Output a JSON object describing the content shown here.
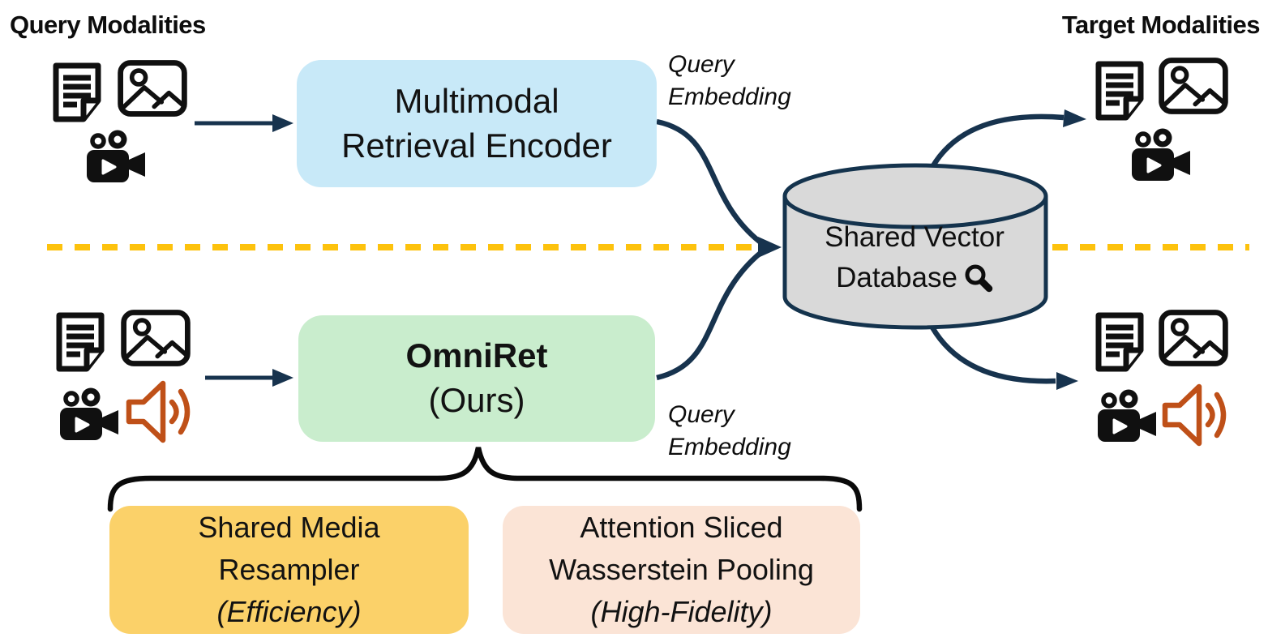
{
  "headers": {
    "query_modalities": "Query Modalities",
    "target_modalities": "Target Modalities"
  },
  "encoder_box": {
    "line1": "Multimodal",
    "line2": "Retrieval Encoder"
  },
  "omniret_box": {
    "line1": "OmniRet",
    "line2": "(Ours)"
  },
  "query_embedding_label": {
    "line1": "Query",
    "line2": "Embedding"
  },
  "database": {
    "line1": "Shared Vector",
    "line2": "Database"
  },
  "resampler_box": {
    "line1": "Shared Media",
    "line2": "Resampler",
    "line3": "(Efficiency)"
  },
  "pooling_box": {
    "line1": "Attention Sliced",
    "line2": "Wasserstein Pooling",
    "line3": "(High-Fidelity)"
  },
  "icons": [
    "document-icon",
    "image-icon",
    "video-camera-icon",
    "speaker-icon",
    "magnifier-icon",
    "database-cylinder"
  ],
  "colors": {
    "text": "#0d0d0d",
    "navy": "#17334e",
    "dash_yellow": "#fdc20d",
    "speaker_orange": "#bf5018",
    "box_blue": "#c8e9f8",
    "box_green": "#c9edcd",
    "box_orange": "#fbd169",
    "box_pink": "#fbe4d6",
    "cylinder_fill": "#d9d9d9",
    "cylinder_stroke": "#14334d",
    "brace_black": "#0a0a0a",
    "icon_black": "#101010"
  }
}
